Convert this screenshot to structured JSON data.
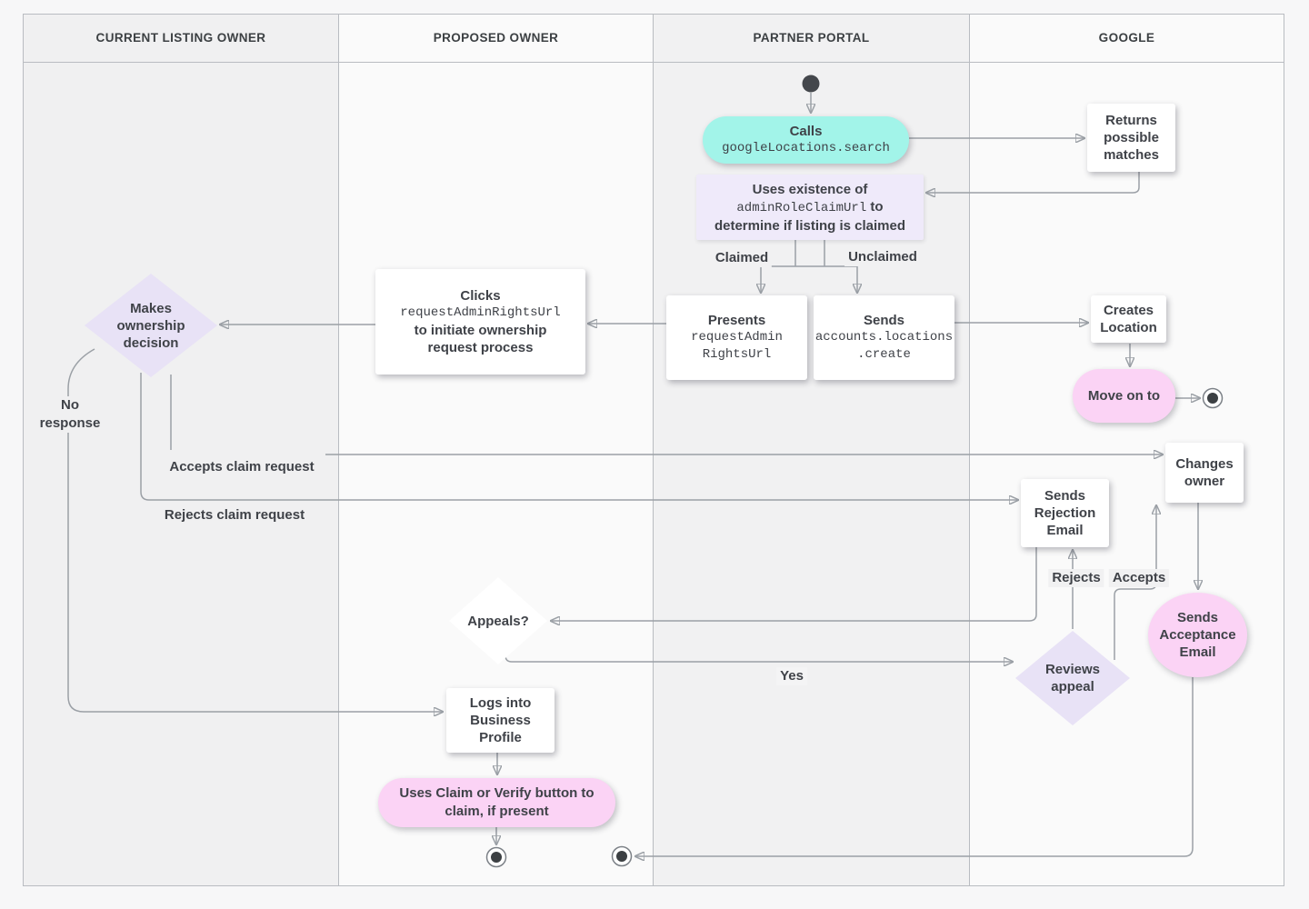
{
  "lanes": [
    {
      "label": "CURRENT LISTING OWNER"
    },
    {
      "label": "PROPOSED OWNER"
    },
    {
      "label": "PARTNER PORTAL"
    },
    {
      "label": "GOOGLE"
    }
  ],
  "nodes": {
    "calls": {
      "title": "Calls",
      "code": "googleLocations.search"
    },
    "returns": {
      "text": "Returns possible matches"
    },
    "uses": {
      "line1": "Uses existence of",
      "code": "adminRoleClaimUrl",
      "line2_suffix": "to",
      "line3": "determine if listing is claimed"
    },
    "presents": {
      "title": "Presents",
      "code_lines": [
        "requestAdmin",
        "RightsUrl"
      ]
    },
    "sends_create": {
      "title": "Sends",
      "code_lines": [
        "accounts.locations",
        ".create"
      ]
    },
    "clicks": {
      "title": "Clicks",
      "code": "requestAdminRightsUrl",
      "rest": "to initiate ownership request process"
    },
    "makes_decision": {
      "text": "Makes ownership decision"
    },
    "creates_location": {
      "text": "Creates Location"
    },
    "move_on": {
      "text": "Move on to"
    },
    "changes_owner": {
      "text": "Changes owner"
    },
    "sends_rejection": {
      "text": "Sends Rejection Email"
    },
    "appeals": {
      "text": "Appeals?"
    },
    "reviews_appeal": {
      "text": "Reviews appeal"
    },
    "sends_acceptance": {
      "text": "Sends Acceptance Email"
    },
    "logs_in": {
      "text": "Logs into Business Profile"
    },
    "claim_verify": {
      "text": "Uses Claim or Verify button to claim, if present"
    }
  },
  "edge_labels": {
    "claimed": "Claimed",
    "unclaimed": "Unclaimed",
    "no_response": "No response",
    "accepts_claim": "Accepts claim request",
    "rejects_claim": "Rejects claim request",
    "rejects": "Rejects",
    "accepts": "Accepts",
    "yes": "Yes",
    "none": ""
  },
  "colors": {
    "teal_action": "#a2f4e9",
    "pink_action": "#fbd3f5",
    "purple_note": "#efeafa",
    "purple_decision": "#e8e2f6",
    "line": "#9ba0a6",
    "text": "#3f4248",
    "lane_grey": "#f0f0f1",
    "lane_light": "#fafafa"
  }
}
